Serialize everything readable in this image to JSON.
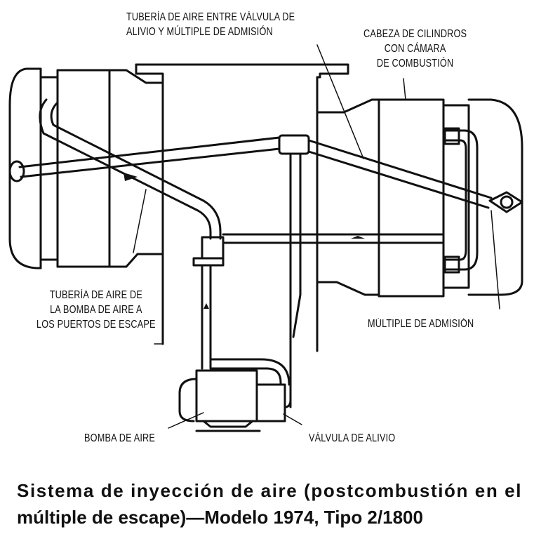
{
  "figure": {
    "title": "Sistema de inyección de aire (postcombustión en el múltiple de escape)—Modelo 1974, Tipo 2/1800",
    "caption_lines": [
      "Sistema de inyección de aire (postcombustión en el",
      "múltiple de escape)—Modelo 1974, Tipo 2/1800"
    ]
  },
  "labels": {
    "relief_to_intake_pipe": [
      "TUBERÍA DE AIRE ENTRE VÁLVULA DE",
      "ALIVIO Y MÚLTIPLE DE ADMISIÓN"
    ],
    "cylinder_head": [
      "CABEZA DE CILINDROS",
      "CON CÁMARA",
      "DE COMBUSTIÓN"
    ],
    "pump_to_exhaust_pipe": [
      "TUBERÍA DE AIRE DE",
      "LA BOMBA DE AIRE A",
      "LOS PUERTOS DE ESCAPE"
    ],
    "intake_manifold": "MÚLTIPLE DE ADMISIÓN",
    "air_pump": "BOMBA DE AIRE",
    "relief_valve": "VÁLVULA DE ALIVIO"
  },
  "components": [
    {
      "id": "left-cylinder-head",
      "name": "Left cylinder head"
    },
    {
      "id": "right-cylinder-head",
      "name": "Right cylinder head with combustion chamber"
    },
    {
      "id": "intake-manifold",
      "name": "Intake manifold"
    },
    {
      "id": "tee-fitting",
      "name": "T-fitting"
    },
    {
      "id": "air-pump",
      "name": "Air pump"
    },
    {
      "id": "relief-valve",
      "name": "Relief valve"
    },
    {
      "id": "exhaust-pipe",
      "name": "Air pipe from air pump to exhaust ports"
    },
    {
      "id": "relief-pipe",
      "name": "Air pipe between relief valve and intake manifold"
    }
  ],
  "colors": {
    "ink": "#111111",
    "paper": "#ffffff"
  }
}
